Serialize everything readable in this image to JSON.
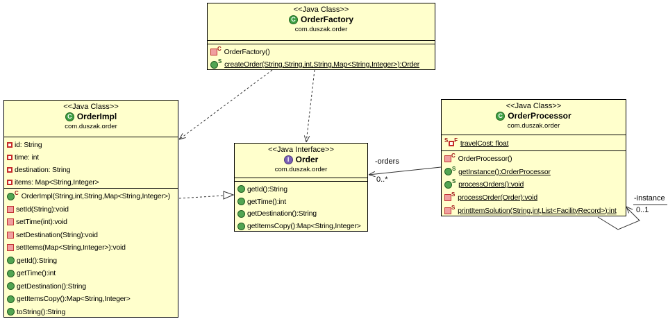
{
  "classes": {
    "order_factory": {
      "stereotype": "<<Java Class>>",
      "icon_letter": "C",
      "name": "OrderFactory",
      "package": "com.duszak.order",
      "methods": [
        {
          "mod": "C",
          "label": "OrderFactory()"
        },
        {
          "mod": "S",
          "label": "createOrder(String,String,int,String,Map<String,Integer>):Order"
        }
      ]
    },
    "order_impl": {
      "stereotype": "<<Java Class>>",
      "icon_letter": "C",
      "name": "OrderImpl",
      "package": "com.duszak.order",
      "fields": [
        {
          "label": "id: String"
        },
        {
          "label": "time: int"
        },
        {
          "label": "destination: String"
        },
        {
          "label": "items: Map<String,Integer>"
        }
      ],
      "methods": [
        {
          "mod": "C",
          "label": "OrderImpl(String,int,String,Map<String,Integer>)"
        },
        {
          "label": "setId(String):void"
        },
        {
          "label": "setTime(int):void"
        },
        {
          "label": "setDestination(String):void"
        },
        {
          "label": "setItems(Map<String,Integer>):void"
        },
        {
          "label": "getId():String"
        },
        {
          "label": "getTime():int"
        },
        {
          "label": "getDestination():String"
        },
        {
          "label": "getItemsCopy():Map<String,Integer>"
        },
        {
          "label": "toString():String"
        }
      ]
    },
    "order_iface": {
      "stereotype": "<<Java Interface>>",
      "icon_letter": "I",
      "name": "Order",
      "package": "com.duszak.order",
      "methods": [
        {
          "label": "getId():String"
        },
        {
          "label": "getTime():int"
        },
        {
          "label": "getDestination():String"
        },
        {
          "label": "getItemsCopy():Map<String,Integer>"
        }
      ]
    },
    "order_processor": {
      "stereotype": "<<Java Class>>",
      "icon_letter": "C",
      "name": "OrderProcessor",
      "package": "com.duszak.order",
      "fields": [
        {
          "mod1": "S",
          "mod2": "F",
          "label": "travelCost: float"
        }
      ],
      "methods": [
        {
          "mod": "C",
          "label": "OrderProcessor()"
        },
        {
          "mod": "S",
          "label": "getInstance():OrderProcessor"
        },
        {
          "mod": "S",
          "label": "processOrders():void"
        },
        {
          "mod": "S",
          "label": "processOrder(Order):void"
        },
        {
          "mod": "S",
          "label": "printItemSolution(String,int,List<FacilityRecord>):int"
        }
      ]
    }
  },
  "edges": {
    "orders_role": "-orders",
    "orders_multiplicity": "0..*",
    "instance_role": "-instance",
    "instance_multiplicity": "0..1"
  }
}
